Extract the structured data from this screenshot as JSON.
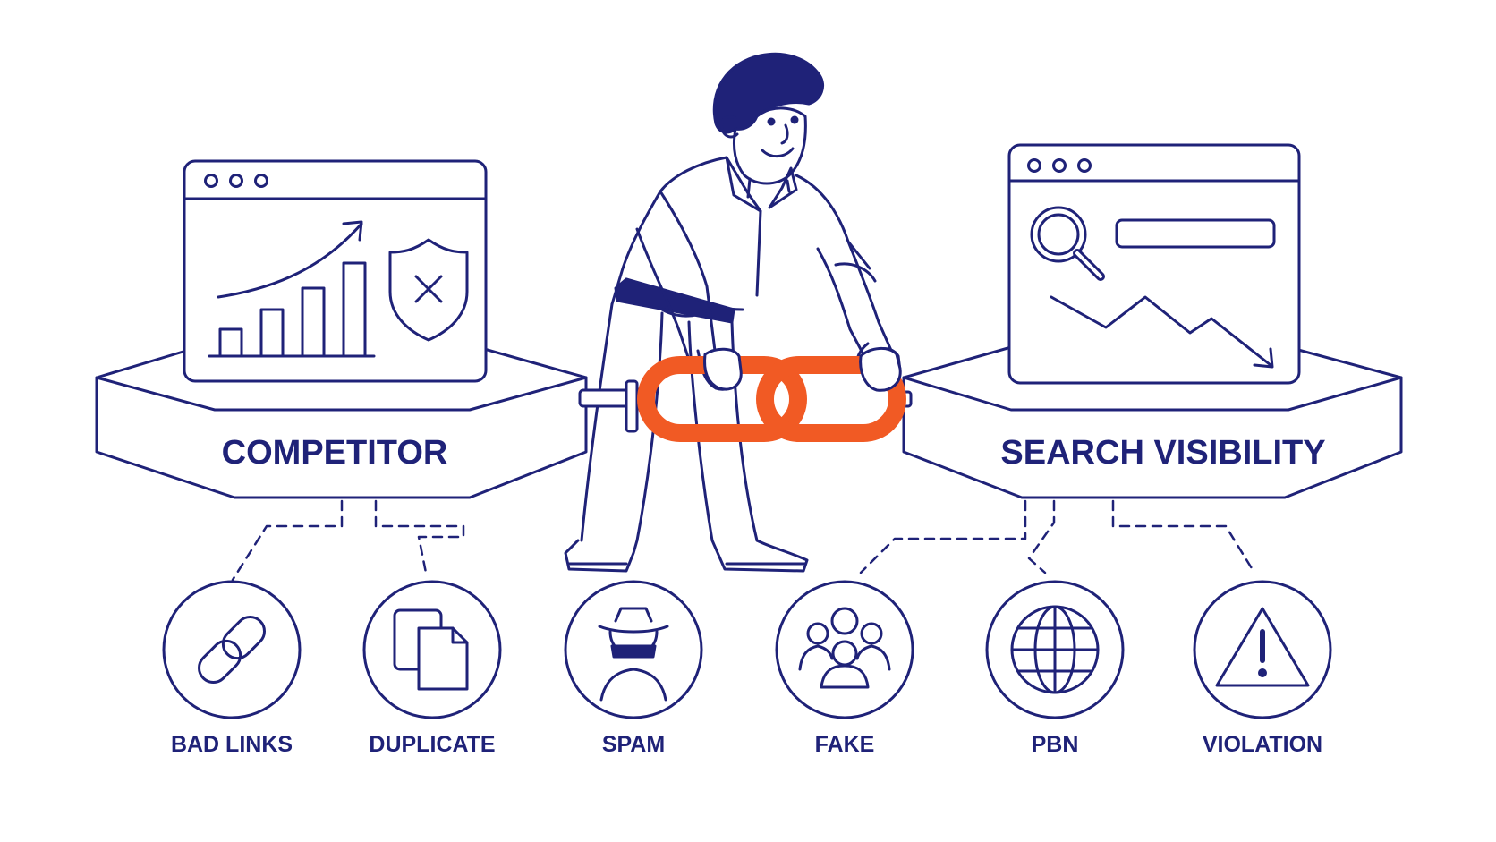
{
  "colors": {
    "ink": "#1f2278",
    "accent": "#f15a24",
    "background": "#ffffff"
  },
  "platforms": {
    "left": {
      "label": "COMPETITOR",
      "window_icons": [
        "trend-arrow-icon",
        "bar-chart-icon",
        "shield-x-icon"
      ]
    },
    "right": {
      "label": "SEARCH VISIBILITY",
      "window_icons": [
        "magnifier-icon",
        "search-bar-icon",
        "downtrend-arrow-icon"
      ]
    }
  },
  "center": {
    "figure": "person-pulling-chain",
    "chain_icon": "chain-link-icon"
  },
  "items": [
    {
      "label": "BAD LINKS",
      "icon": "broken-link-icon"
    },
    {
      "label": "DUPLICATE",
      "icon": "duplicate-pages-icon"
    },
    {
      "label": "SPAM",
      "icon": "spy-icon"
    },
    {
      "label": "FAKE",
      "icon": "people-group-icon"
    },
    {
      "label": "PBN",
      "icon": "globe-icon"
    },
    {
      "label": "VIOLATION",
      "icon": "warning-icon"
    }
  ]
}
